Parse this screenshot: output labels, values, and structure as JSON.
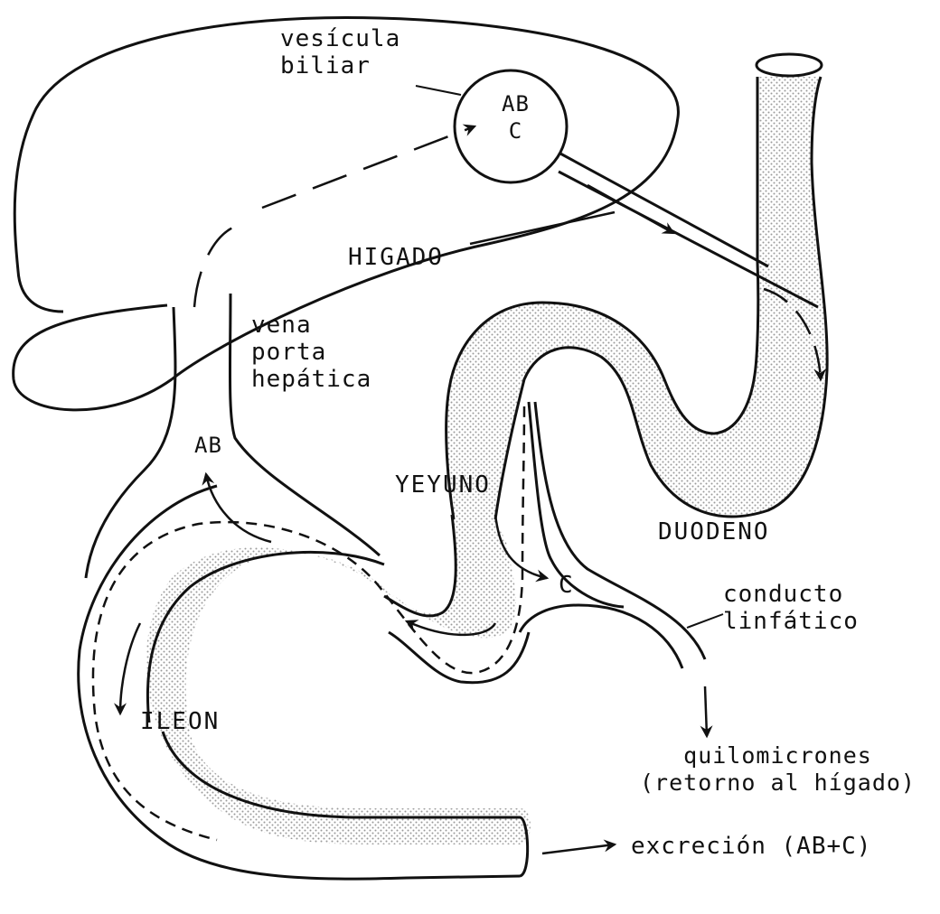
{
  "labels": {
    "vesicula": "vesícula\nbiliar",
    "gallbladder_contents": "AB\nC",
    "higado": "HIGADO",
    "vena_porta": "vena\nporta\nhepática",
    "portal_contents": "AB",
    "yeyuno": "YEYUNO",
    "duodeno": "DUODENO",
    "lymph_contents": "C",
    "conducto": "conducto\nlinfático",
    "ileon": "ILEON",
    "quilomicrones": "quilomicrones\n(retorno al hígado)",
    "excrecion": "excreción (AB+C)"
  },
  "colors": {
    "ink": "#111111",
    "stipple": "#9a9a9a",
    "background": "#ffffff"
  }
}
